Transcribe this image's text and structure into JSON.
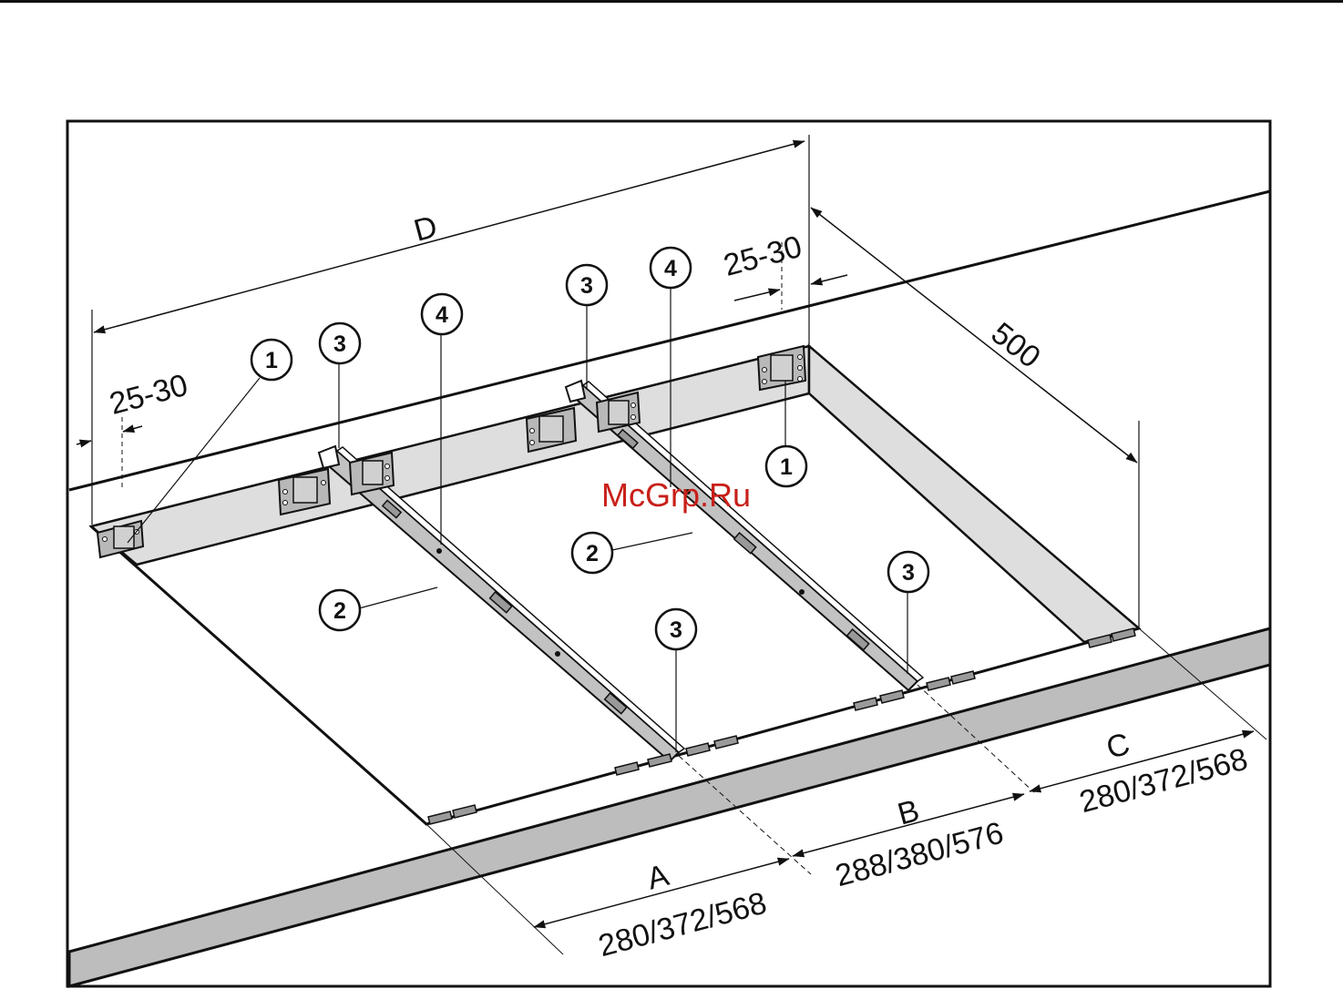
{
  "colors": {
    "line": "#111111",
    "panel": "#dedede",
    "board": "#bdbdbd",
    "bracket": "#b8b8b8",
    "watermark": "#c8201a"
  },
  "dimensions": {
    "d": "D",
    "margin_left": "25-30",
    "margin_right": "25-30",
    "depth": "500",
    "a_letter": "A",
    "a_value": "280/372/568",
    "b_letter": "B",
    "b_value": "288/380/576",
    "c_letter": "C",
    "c_value": "280/372/568"
  },
  "callouts": {
    "bracket": "1",
    "rail": "2",
    "rail_end": "3",
    "rail_strip": "4"
  },
  "watermark": "McGrp.Ru"
}
